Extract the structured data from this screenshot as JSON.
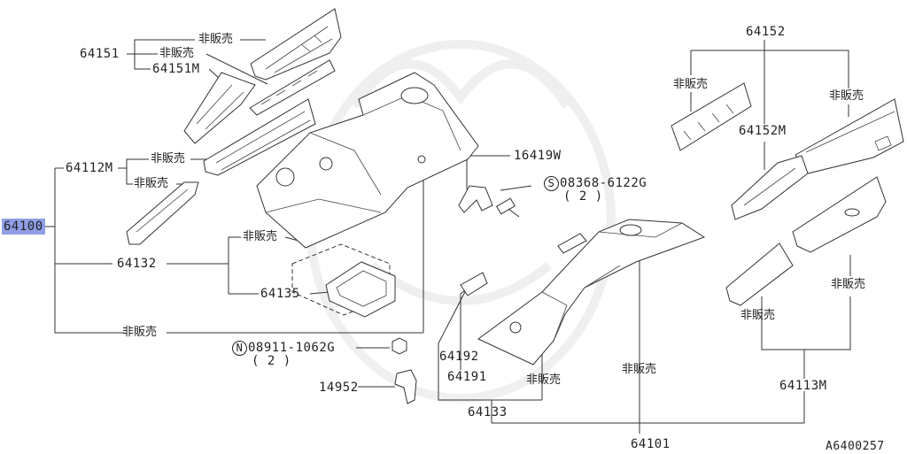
{
  "diagram": {
    "reference_code": "A6400257",
    "colors": {
      "highlight": "#8f9ee6",
      "ink": "#333333"
    },
    "labels": {
      "p64100": "64100",
      "p64151": "64151",
      "p64151_ns1": "非販売",
      "p64151_ns2": "非販売",
      "p64151m": "64151M",
      "p64112m": "64112M",
      "p64112_ns1": "非販売",
      "p64112_ns2": "非販売",
      "p64132": "64132",
      "p64132_ns": "非販売",
      "p64135": "64135",
      "p64100_ns": "非販売",
      "p16419w": "16419W",
      "s_marker": "S",
      "p08368": "08368-6122G",
      "p08368_qty": "( 2 )",
      "n_marker": "N",
      "p08911": "08911-1062G",
      "p08911_qty": "( 2 )",
      "p14952": "14952",
      "p64192": "64192",
      "p64191": "64191",
      "p64191_ns": "非販売",
      "p64133": "64133",
      "p64101_ns": "非販売",
      "p64101": "64101",
      "p64152": "64152",
      "p64152_ns1": "非販売",
      "p64152_ns2": "非販売",
      "p64152m": "64152M",
      "p64113_ns1": "非販売",
      "p64113_ns2": "非販売",
      "p64113m": "64113M"
    }
  }
}
